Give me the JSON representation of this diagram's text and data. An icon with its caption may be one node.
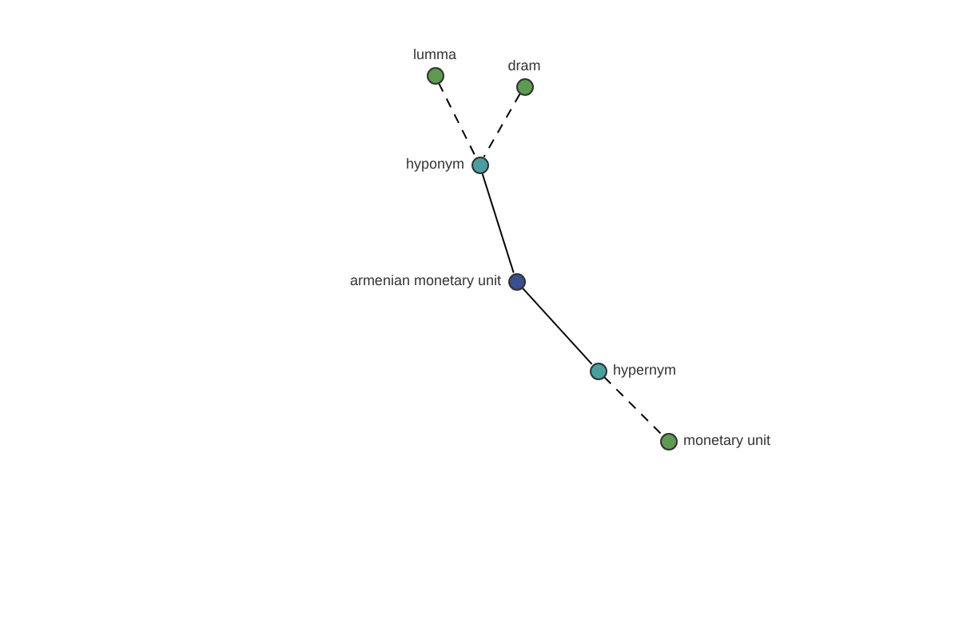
{
  "diagram": {
    "nodes": [
      {
        "text": [
          "lumma"
        ]
      },
      {
        "text": [
          "dram"
        ]
      },
      {
        "text": [
          "hyponym"
        ]
      },
      {
        "text": [
          "armenian monetary unit"
        ]
      },
      {
        "text": [
          "hypernym"
        ]
      },
      {
        "text": [
          "monetary unit"
        ]
      }
    ],
    "edges": [
      {
        "from": 0,
        "to": 2,
        "arrow": "none",
        "style": "dashed"
      },
      {
        "from": 1,
        "to": 2,
        "arrow": "none",
        "style": "dashed"
      },
      {
        "from": 2,
        "to": 3,
        "arrow": "none"
      },
      {
        "from": 3,
        "to": 4,
        "arrow": "none"
      },
      {
        "from": 4,
        "to": 5,
        "arrow": "none",
        "style": "dashed"
      }
    ]
  }
}
